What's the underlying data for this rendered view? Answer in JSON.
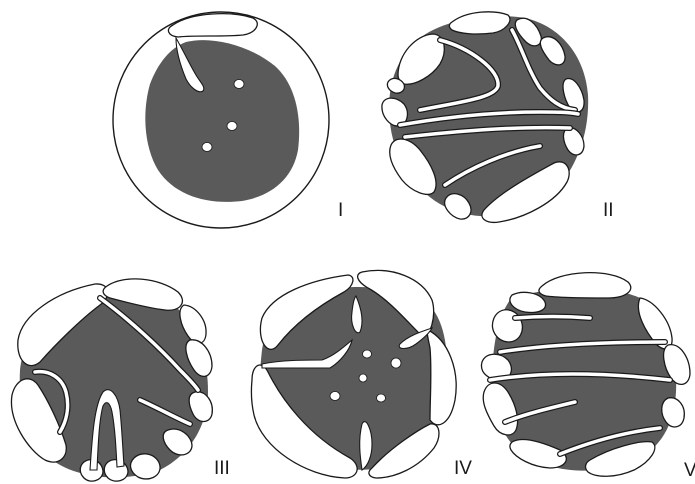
{
  "figure": {
    "background": "#ffffff",
    "fill_color": "#5a5a5a",
    "line_color": "#1a1a1a",
    "panels": [
      {
        "id": "I",
        "label": "I"
      },
      {
        "id": "II",
        "label": "II"
      },
      {
        "id": "III",
        "label": "III"
      },
      {
        "id": "IV",
        "label": "IV"
      },
      {
        "id": "V",
        "label": "V"
      }
    ]
  }
}
